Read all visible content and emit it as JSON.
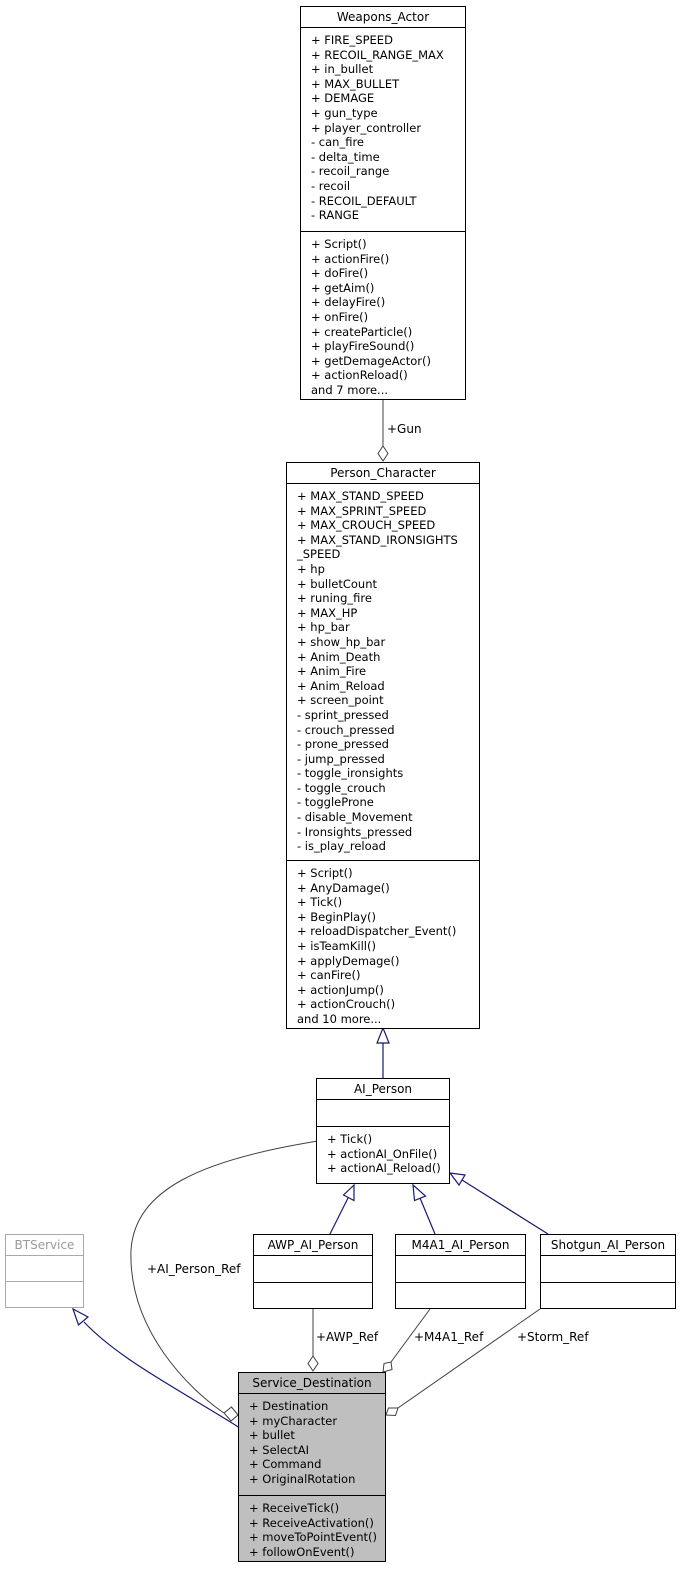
{
  "classes": {
    "weapons_actor": {
      "name": "Weapons_Actor",
      "attributes": [
        "+ FIRE_SPEED",
        "+ RECOIL_RANGE_MAX",
        "+ in_bullet",
        "+ MAX_BULLET",
        "+ DEMAGE",
        "+ gun_type",
        "+ player_controller",
        "- can_fire",
        "- delta_time",
        "- recoil_range",
        "- recoil",
        "- RECOIL_DEFAULT",
        "- RANGE"
      ],
      "methods": [
        "+ Script()",
        "+ actionFire()",
        "+ doFire()",
        "+ getAim()",
        "+ delayFire()",
        "+ onFire()",
        "+ createParticle()",
        "+ playFireSound()",
        "+ getDemageActor()",
        "+ actionReload()",
        "and 7 more..."
      ]
    },
    "person_character": {
      "name": "Person_Character",
      "attributes": [
        "+ MAX_STAND_SPEED",
        "+ MAX_SPRINT_SPEED",
        "+ MAX_CROUCH_SPEED",
        "+ MAX_STAND_IRONSIGHTS",
        "_SPEED",
        "+ hp",
        "+ bulletCount",
        "+ runing_fire",
        "+ MAX_HP",
        "+ hp_bar",
        "+ show_hp_bar",
        "+ Anim_Death",
        "+ Anim_Fire",
        "+ Anim_Reload",
        "+ screen_point",
        "- sprint_pressed",
        "- crouch_pressed",
        "- prone_pressed",
        "- jump_pressed",
        "- toggle_ironsights",
        "- toggle_crouch",
        "- toggleProne",
        "- disable_Movement",
        "- Ironsights_pressed",
        "- is_play_reload"
      ],
      "methods": [
        "+ Script()",
        "+ AnyDamage()",
        "+ Tick()",
        "+ BeginPlay()",
        "+ reloadDispatcher_Event()",
        "+ isTeamKill()",
        "+ applyDemage()",
        "+ canFire()",
        "+ actionJump()",
        "+ actionCrouch()",
        "and 10 more..."
      ]
    },
    "ai_person": {
      "name": "AI_Person",
      "methods": [
        "+ Tick()",
        "+ actionAI_OnFile()",
        "+ actionAI_Reload()"
      ]
    },
    "awp_ai_person": {
      "name": "AWP_AI_Person"
    },
    "m4a1_ai_person": {
      "name": "M4A1_AI_Person"
    },
    "shotgun_ai_person": {
      "name": "Shotgun_AI_Person"
    },
    "btservice": {
      "name": "BTService"
    },
    "service_destination": {
      "name": "Service_Destination",
      "attributes": [
        "+ Destination",
        "+ myCharacter",
        "+ bullet",
        "+ SelectAI",
        "+ Command",
        "+ OriginalRotation"
      ],
      "methods": [
        "+ ReceiveTick()",
        "+ ReceiveActivation()",
        "+ moveToPointEvent()",
        "+ followOnEvent()"
      ]
    }
  },
  "edge_labels": {
    "gun": "+Gun",
    "ai_person_ref": "+AI_Person_Ref",
    "awp_ref": "+AWP_Ref",
    "m4a1_ref": "+M4A1_Ref",
    "storm_ref": "+Storm_Ref"
  },
  "colors": {
    "inheritance": "#191970",
    "association": "#404040",
    "highlight_fill": "#bfbfbf",
    "external_border": "#a9a9a9"
  }
}
